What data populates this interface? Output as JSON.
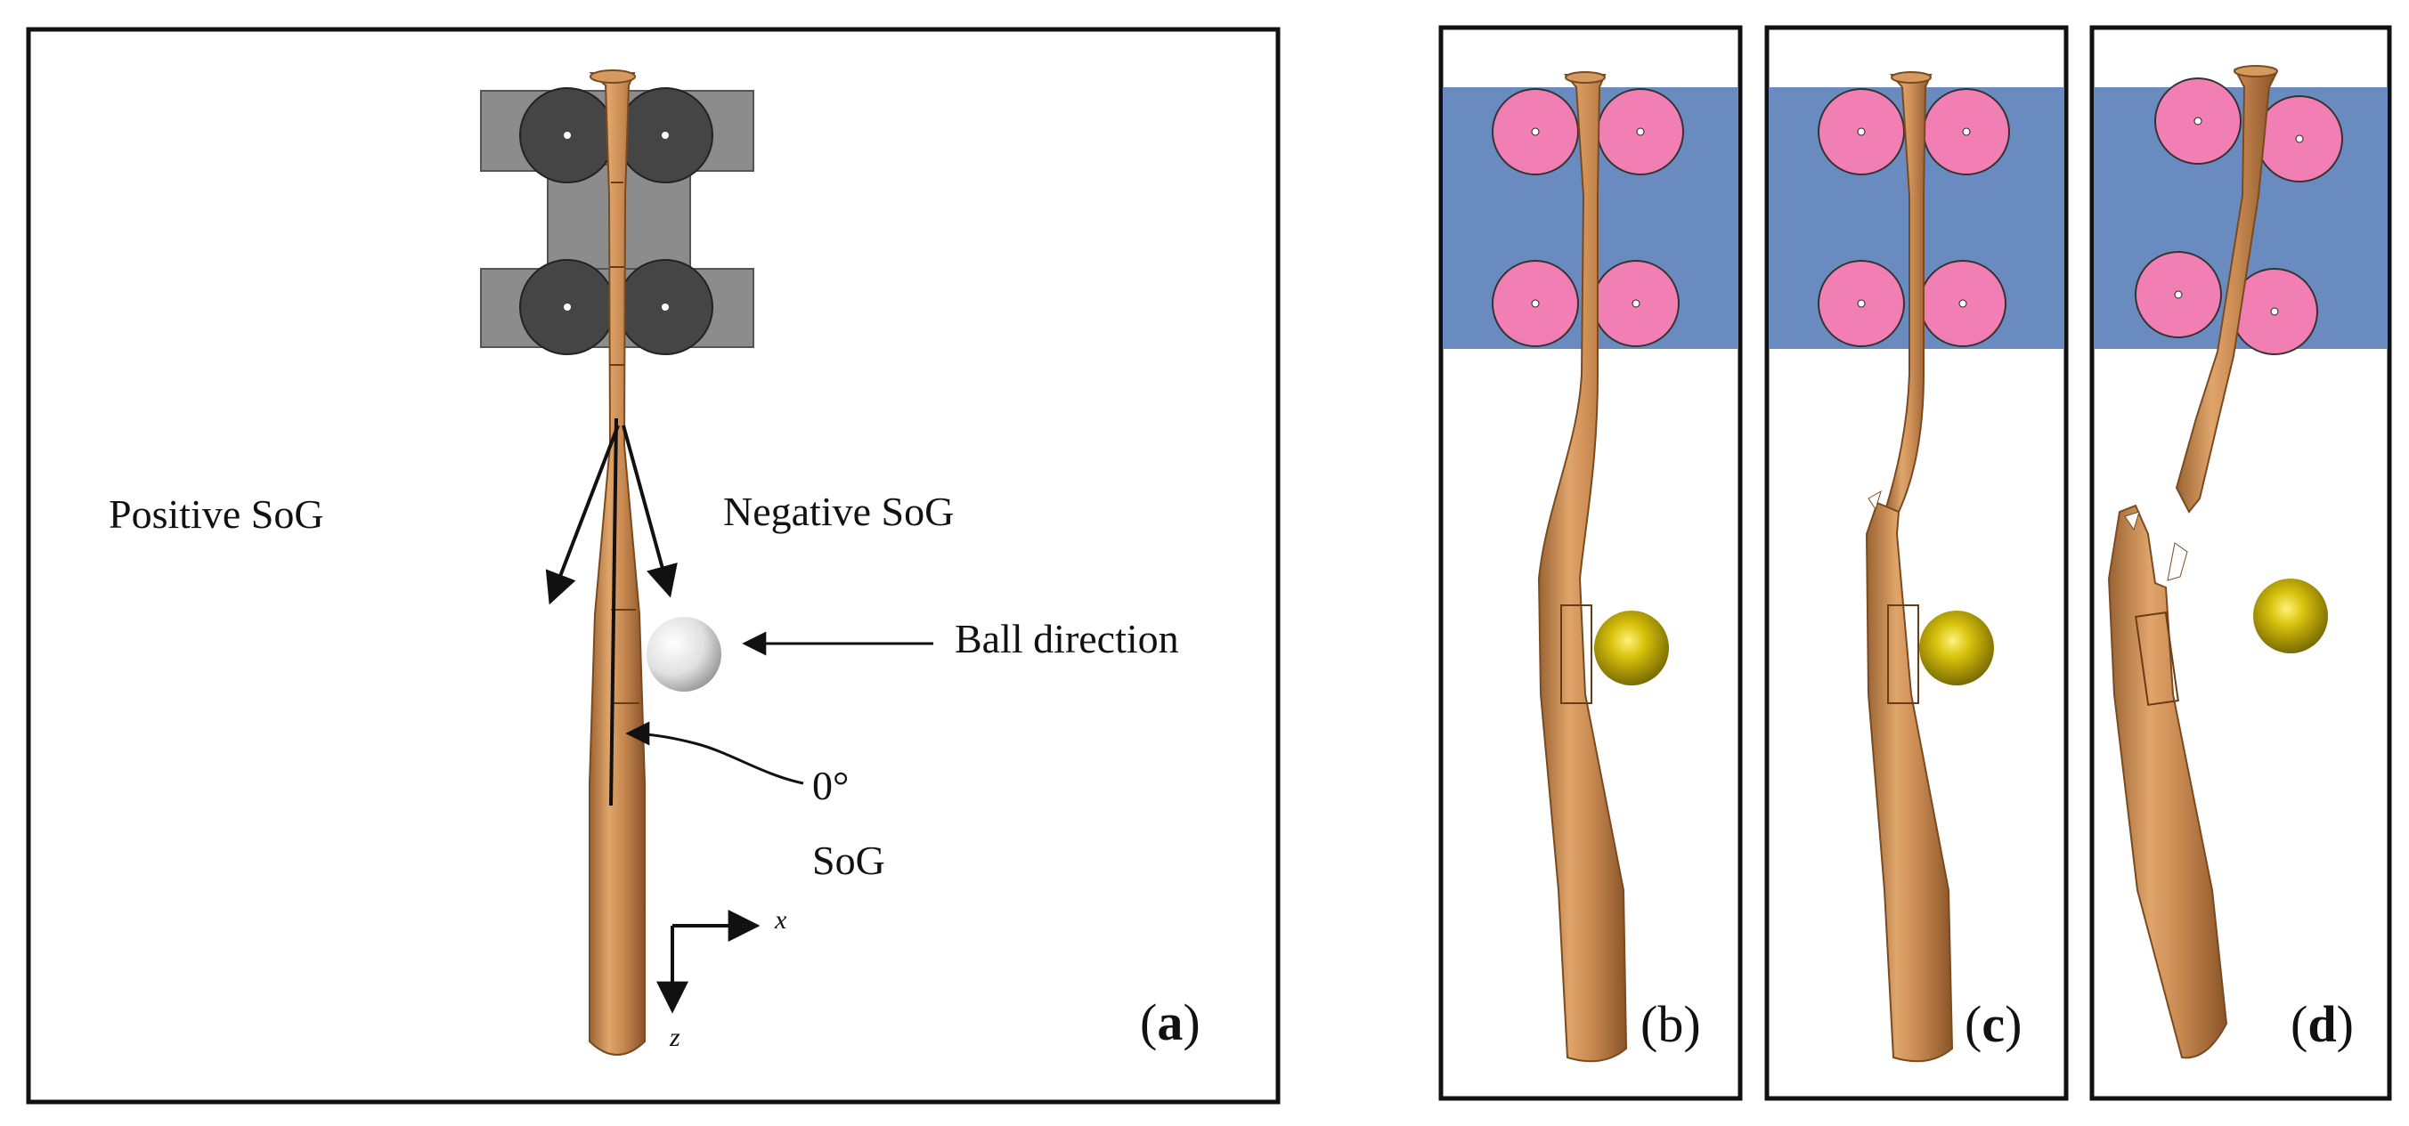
{
  "panel_a": {
    "positive_label": "Positive SoG",
    "negative_label": "Negative SoG",
    "ball_direction_label": "Ball direction",
    "zero_label": "0°",
    "sog_label": "SoG",
    "axis_x": "x",
    "axis_z": "z",
    "letter_open": "(",
    "letter": "a",
    "letter_close": ")"
  },
  "panel_b": {
    "letter_open": "(",
    "letter": "b",
    "letter_close": ")"
  },
  "panel_c": {
    "letter_open": "(",
    "letter": "c",
    "letter_close": ")"
  },
  "panel_d": {
    "letter_open": "(",
    "letter": "d",
    "letter_close": ")"
  },
  "colors": {
    "bat": "#c98a52",
    "bat_dark": "#9a6332",
    "clamp_a": "#8c8c8c",
    "roller_a": "#454545",
    "clamp_bcd": "#6a8bbf",
    "roller_bcd": "#f27fb3",
    "ball_a": "#e6e6e6",
    "ball_bcd": "#b9a500"
  }
}
